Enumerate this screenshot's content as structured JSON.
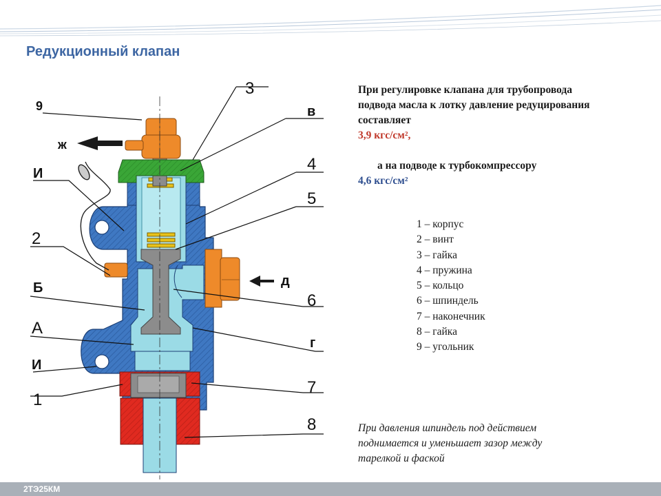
{
  "slide": {
    "title": "Редукционный клапан",
    "footer": "2ТЭ25КМ"
  },
  "description": {
    "line1": "При регулировке клапана для трубопровода",
    "line2": "подвода масла к лотку давление редуцирования",
    "line3": "составляет",
    "value1": "3,9 кгс/см²,",
    "line4": "а на подводе к турбокомпрессору",
    "value2": "4,6 кгс/см²"
  },
  "legend": [
    "1 – корпус",
    "2 – винт",
    "3 – гайка",
    "4 – пружина",
    "5 – кольцо",
    "6 – шпиндель",
    "7 – наконечник",
    "8 – гайка",
    "9 – угольник"
  ],
  "note": {
    "line1": "При давления шпиндель под действием",
    "line2": "поднимается и уменьшает зазор между",
    "line3": "тарелкой и фаской"
  },
  "diagram": {
    "callouts": {
      "n9": "9",
      "n3": "3",
      "nV": "в",
      "nZh": "ж",
      "nI1": "И",
      "n4": "4",
      "n5": "5",
      "n2": "2",
      "nD": "д",
      "nB": "Б",
      "n6": "6",
      "nA": "А",
      "nG": "г",
      "nI2": "И",
      "n7": "7",
      "n1": "1",
      "n8": "8"
    },
    "colors": {
      "body": "#3f78c2",
      "cavity": "#9bdbe6",
      "fitting": "#ee8a2a",
      "nut_top": "#3aa637",
      "nut_bottom": "#e02a20",
      "spindle": "#8c8c8c",
      "spring": "#e8c21a"
    }
  }
}
